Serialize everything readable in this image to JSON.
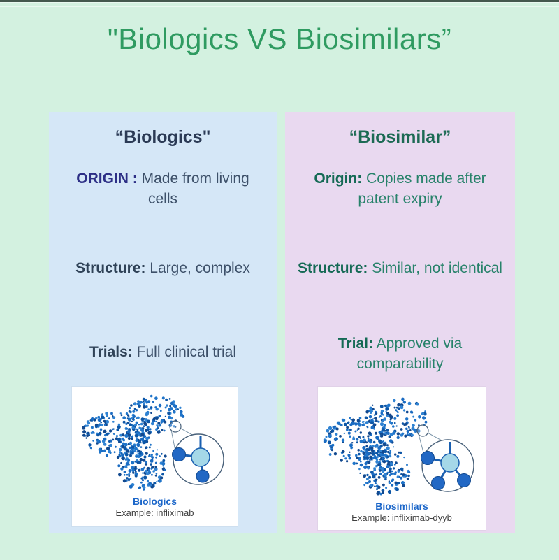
{
  "page": {
    "title": "\"Biologics VS Biosimilars”"
  },
  "colors": {
    "background_mint": "#d3f1e0",
    "title_green": "#2f9b61",
    "left_panel_bg": "#d5e7f7",
    "right_panel_bg": "#e9d9f0",
    "left_heading_navy": "#2b3a55",
    "left_origin_label_indigo": "#2d2f86",
    "left_body_text": "#3d5069",
    "right_teal_text": "#27826a",
    "right_label_teal": "#156a55",
    "caption_blue": "#1b66c9",
    "molecule_blue": "#1a6bc2"
  },
  "left_panel": {
    "heading": "“Biologics\"",
    "rows": [
      {
        "label": "ORIGIN :",
        "text": " Made from living cells"
      },
      {
        "label": "Structure:",
        "text": " Large, complex"
      },
      {
        "label": "Trials:",
        "text": " Full clinical trial"
      }
    ],
    "image": {
      "caption": "Biologics",
      "example": "Example: infliximab"
    }
  },
  "right_panel": {
    "heading": "“Biosimilar”",
    "rows": [
      {
        "label": "Origin:",
        "text": " Copies made after patent expiry"
      },
      {
        "label": "Structure:",
        "text": " Similar, not identical"
      },
      {
        "label": "Trial:",
        "text": " Approved via comparability"
      }
    ],
    "image": {
      "caption": "Biosimilars",
      "example": "Example: infliximab-dyyb"
    }
  }
}
